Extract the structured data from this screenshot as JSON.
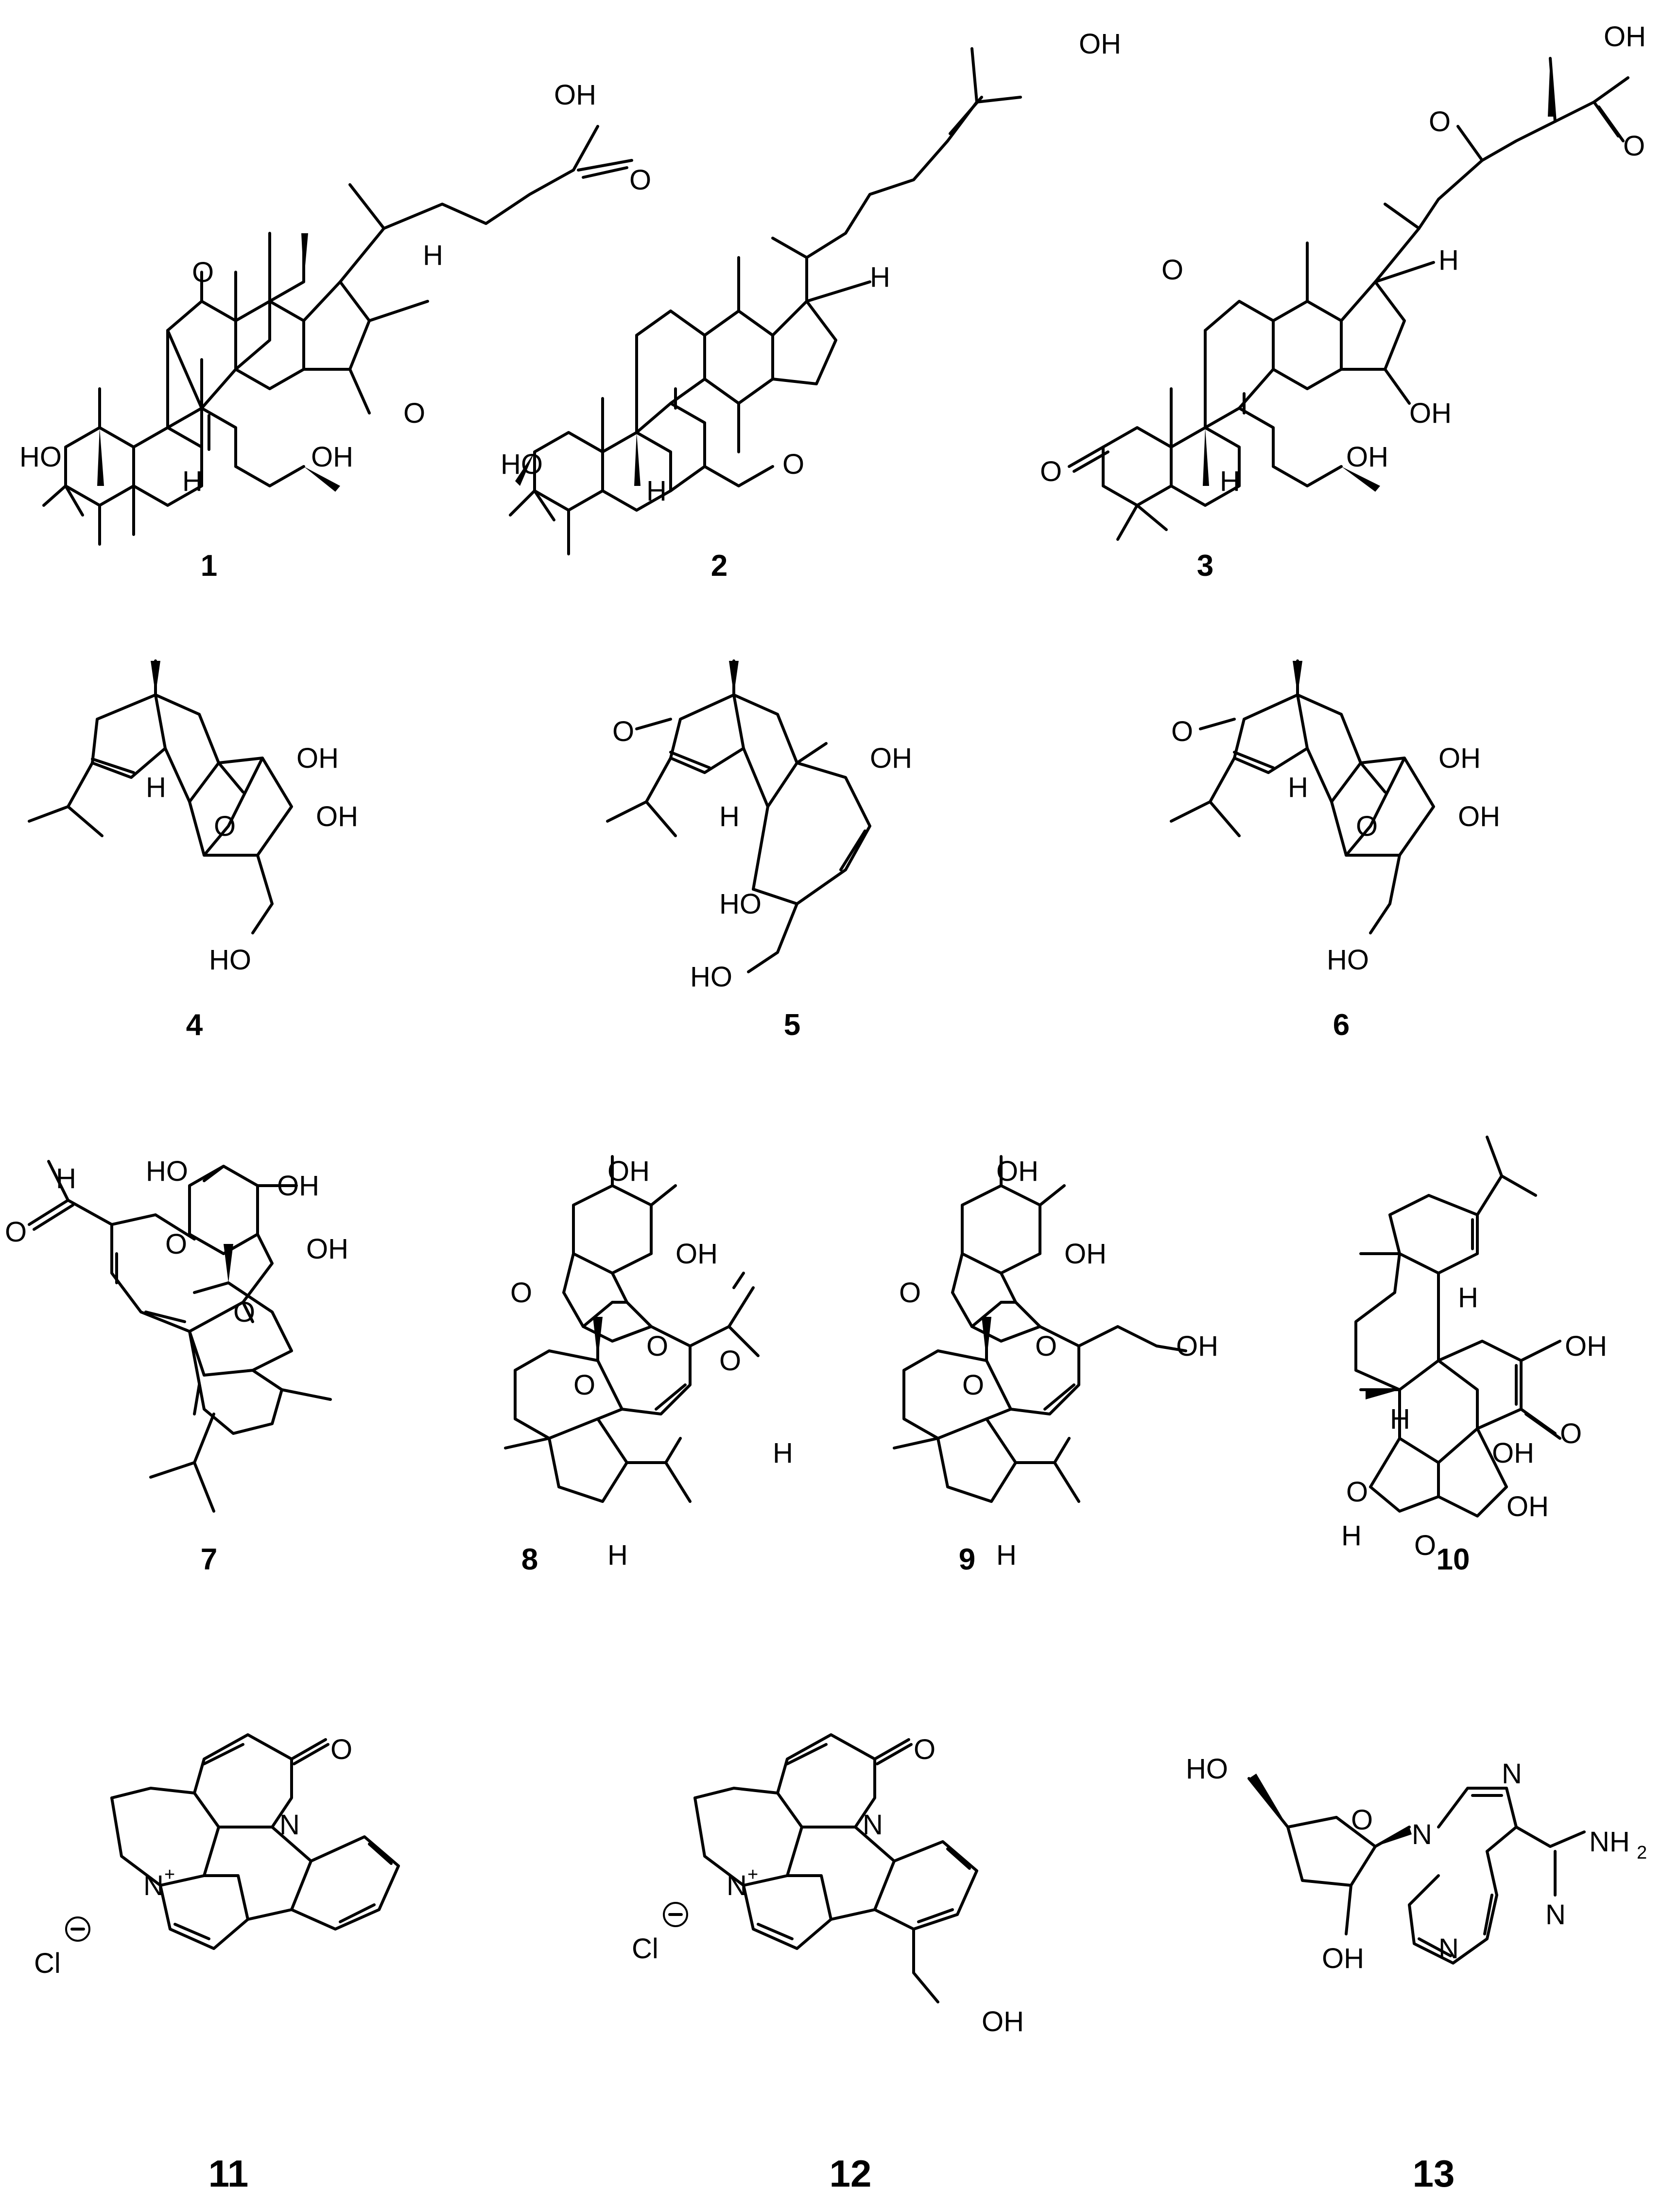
{
  "compounds": [
    {
      "number": "1",
      "atoms": [
        "OH",
        "O",
        "O",
        "HO",
        "OH",
        "O",
        "H",
        "H"
      ]
    },
    {
      "number": "2",
      "atoms": [
        "OH",
        "H",
        "HO",
        "O",
        "H"
      ]
    },
    {
      "number": "3",
      "atoms": [
        "OH",
        "O",
        "O",
        "O",
        "O",
        "OH",
        "OH",
        "H",
        "H"
      ]
    },
    {
      "number": "4",
      "atoms": [
        "OH",
        "OH",
        "O",
        "H",
        "HO"
      ]
    },
    {
      "number": "5",
      "atoms": [
        "O",
        "OH",
        "H",
        "HO",
        "HO"
      ]
    },
    {
      "number": "6",
      "atoms": [
        "O",
        "OH",
        "OH",
        "O",
        "H",
        "HO"
      ]
    },
    {
      "number": "7",
      "atoms": [
        "HO",
        "OH",
        "O",
        "OH",
        "O",
        "H",
        "O"
      ]
    },
    {
      "number": "8",
      "atoms": [
        "OH",
        "OH",
        "O",
        "O",
        "O",
        "O",
        "H",
        "H"
      ]
    },
    {
      "number": "9",
      "atoms": [
        "OH",
        "OH",
        "O",
        "O",
        "O",
        "OH",
        "H"
      ]
    },
    {
      "number": "10",
      "atoms": [
        "H",
        "OH",
        "H",
        "O",
        "OH",
        "O",
        "H",
        "O",
        "OH"
      ]
    },
    {
      "number": "11",
      "atoms": [
        "O",
        "N",
        "N",
        "+",
        "Cl"
      ]
    },
    {
      "number": "12",
      "atoms": [
        "O",
        "N",
        "N",
        "+",
        "Cl",
        "OH"
      ]
    },
    {
      "number": "13",
      "atoms": [
        "HO",
        "O",
        "N",
        "N",
        "NH",
        "2",
        "N",
        "N",
        "OH"
      ]
    }
  ]
}
